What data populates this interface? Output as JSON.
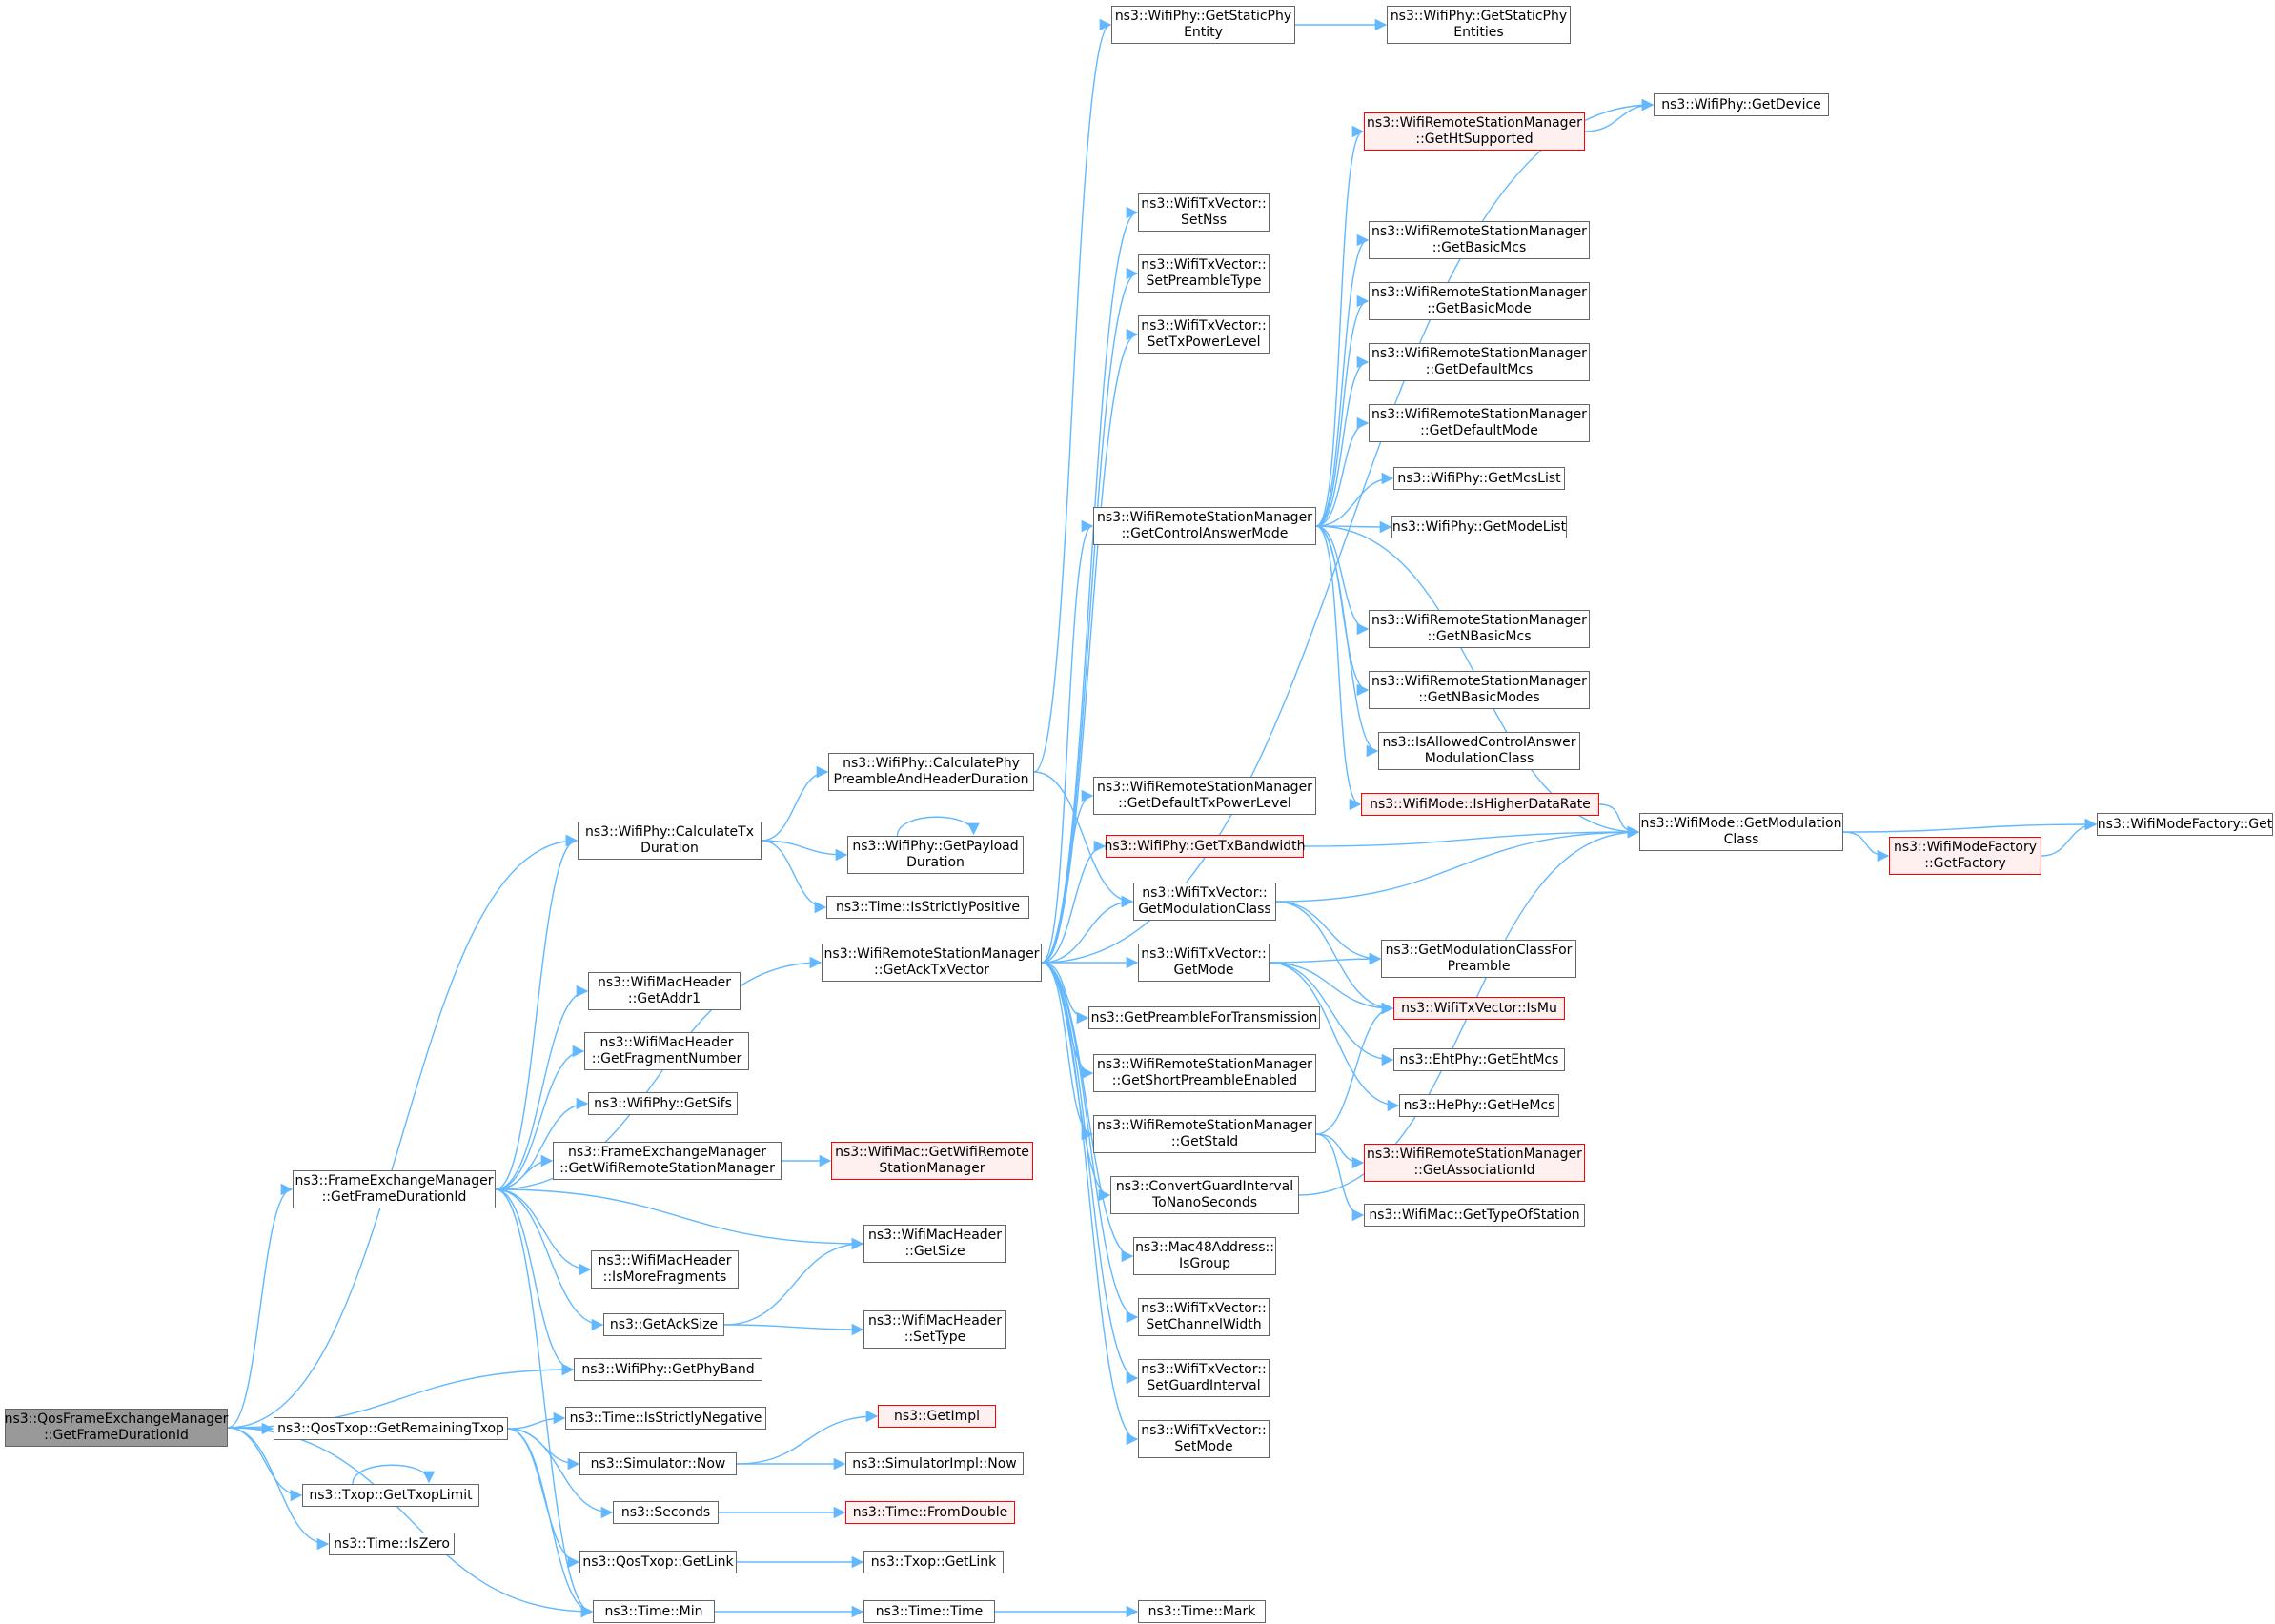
{
  "diagram": {
    "type": "call-graph",
    "colors": {
      "edge": "#63b8ff",
      "node_border": "#666666",
      "node_fill": "#ffffff",
      "root_fill": "#999999",
      "truncated_border": "#ff0000",
      "truncated_fill": "#fff0f0"
    },
    "nodes": [
      {
        "id": "n_root",
        "lines": [
          "ns3::QosFrameExchangeManager",
          "::GetFrameDurationId"
        ],
        "style": "root"
      },
      {
        "id": "n_fem_gfd",
        "lines": [
          "ns3::FrameExchangeManager",
          "::GetFrameDurationId"
        ]
      },
      {
        "id": "n_calc_tx",
        "lines": [
          "ns3::WifiPhy::CalculateTx",
          "Duration"
        ]
      },
      {
        "id": "n_qos_rem",
        "lines": [
          "ns3::QosTxop::GetRemainingTxop"
        ]
      },
      {
        "id": "n_get_txop_limit",
        "lines": [
          "ns3::Txop::GetTxopLimit"
        ]
      },
      {
        "id": "n_time_iszero",
        "lines": [
          "ns3::Time::IsZero"
        ]
      },
      {
        "id": "n_time_min",
        "lines": [
          "ns3::Time::Min"
        ]
      },
      {
        "id": "n_get_phy_band",
        "lines": [
          "ns3::WifiPhy::GetPhyBand"
        ]
      },
      {
        "id": "n_get_ack_tx",
        "lines": [
          "ns3::WifiRemoteStationManager",
          "::GetAckTxVector"
        ]
      },
      {
        "id": "n_calc_preamble",
        "lines": [
          "ns3::WifiPhy::CalculatePhy",
          "PreambleAndHeaderDuration"
        ]
      },
      {
        "id": "n_get_payload",
        "lines": [
          "ns3::WifiPhy::GetPayload",
          "Duration"
        ]
      },
      {
        "id": "n_time_isspos",
        "lines": [
          "ns3::Time::IsStrictlyPositive"
        ]
      },
      {
        "id": "n_get_addr1",
        "lines": [
          "ns3::WifiMacHeader",
          "::GetAddr1"
        ]
      },
      {
        "id": "n_get_frag",
        "lines": [
          "ns3::WifiMacHeader",
          "::GetFragmentNumber"
        ]
      },
      {
        "id": "n_get_sifs",
        "lines": [
          "ns3::WifiPhy::GetSifs"
        ]
      },
      {
        "id": "n_fem_gwrsm",
        "lines": [
          "ns3::FrameExchangeManager",
          "::GetWifiRemoteStationManager"
        ]
      },
      {
        "id": "n_mac_gwrsm",
        "lines": [
          "ns3::WifiMac::GetWifiRemote",
          "StationManager"
        ],
        "style": "truncated"
      },
      {
        "id": "n_hdr_getsize",
        "lines": [
          "ns3::WifiMacHeader",
          "::GetSize"
        ]
      },
      {
        "id": "n_is_more_frag",
        "lines": [
          "ns3::WifiMacHeader",
          "::IsMoreFragments"
        ]
      },
      {
        "id": "n_get_ack_size",
        "lines": [
          "ns3::GetAckSize"
        ]
      },
      {
        "id": "n_hdr_settype",
        "lines": [
          "ns3::WifiMacHeader",
          "::SetType"
        ]
      },
      {
        "id": "n_time_isneg",
        "lines": [
          "ns3::Time::IsStrictlyNegative"
        ]
      },
      {
        "id": "n_sim_now",
        "lines": [
          "ns3::Simulator::Now"
        ]
      },
      {
        "id": "n_get_impl",
        "lines": [
          "ns3::GetImpl"
        ],
        "style": "truncated"
      },
      {
        "id": "n_simimpl_now",
        "lines": [
          "ns3::SimulatorImpl::Now"
        ]
      },
      {
        "id": "n_seconds",
        "lines": [
          "ns3::Seconds"
        ]
      },
      {
        "id": "n_time_fromdouble",
        "lines": [
          "ns3::Time::FromDouble"
        ],
        "style": "truncated"
      },
      {
        "id": "n_qos_getlink",
        "lines": [
          "ns3::QosTxop::GetLink"
        ]
      },
      {
        "id": "n_txop_getlink",
        "lines": [
          "ns3::Txop::GetLink"
        ]
      },
      {
        "id": "n_time_time",
        "lines": [
          "ns3::Time::Time"
        ]
      },
      {
        "id": "n_time_mark",
        "lines": [
          "ns3::Time::Mark"
        ]
      },
      {
        "id": "n_get_static_phy",
        "lines": [
          "ns3::WifiPhy::GetStaticPhy",
          "Entity"
        ]
      },
      {
        "id": "n_get_static_phys",
        "lines": [
          "ns3::WifiPhy::GetStaticPhy",
          "Entities"
        ]
      },
      {
        "id": "n_get_device",
        "lines": [
          "ns3::WifiPhy::GetDevice"
        ]
      },
      {
        "id": "n_get_ht",
        "lines": [
          "ns3::WifiRemoteStationManager",
          "::GetHtSupported"
        ],
        "style": "truncated"
      },
      {
        "id": "n_set_nss",
        "lines": [
          "ns3::WifiTxVector::",
          "SetNss"
        ]
      },
      {
        "id": "n_set_preamble",
        "lines": [
          "ns3::WifiTxVector::",
          "SetPreambleType"
        ]
      },
      {
        "id": "n_set_txpower",
        "lines": [
          "ns3::WifiTxVector::",
          "SetTxPowerLevel"
        ]
      },
      {
        "id": "n_get_basic_mcs",
        "lines": [
          "ns3::WifiRemoteStationManager",
          "::GetBasicMcs"
        ]
      },
      {
        "id": "n_get_basic_mode",
        "lines": [
          "ns3::WifiRemoteStationManager",
          "::GetBasicMode"
        ]
      },
      {
        "id": "n_get_default_mcs",
        "lines": [
          "ns3::WifiRemoteStationManager",
          "::GetDefaultMcs"
        ]
      },
      {
        "id": "n_get_default_mode",
        "lines": [
          "ns3::WifiRemoteStationManager",
          "::GetDefaultMode"
        ]
      },
      {
        "id": "n_get_mcs_list",
        "lines": [
          "ns3::WifiPhy::GetMcsList"
        ]
      },
      {
        "id": "n_get_mode_list",
        "lines": [
          "ns3::WifiPhy::GetModeList"
        ]
      },
      {
        "id": "n_get_ctrl_answer",
        "lines": [
          "ns3::WifiRemoteStationManager",
          "::GetControlAnswerMode"
        ]
      },
      {
        "id": "n_get_nbasic_mcs",
        "lines": [
          "ns3::WifiRemoteStationManager",
          "::GetNBasicMcs"
        ]
      },
      {
        "id": "n_get_nbasic_modes",
        "lines": [
          "ns3::WifiRemoteStationManager",
          "::GetNBasicModes"
        ]
      },
      {
        "id": "n_is_allowed_ctrl",
        "lines": [
          "ns3::IsAllowedControlAnswer",
          "ModulationClass"
        ]
      },
      {
        "id": "n_is_higher_rate",
        "lines": [
          "ns3::WifiMode::IsHigherDataRate"
        ],
        "style": "truncated"
      },
      {
        "id": "n_get_default_txpower",
        "lines": [
          "ns3::WifiRemoteStationManager",
          "::GetDefaultTxPowerLevel"
        ]
      },
      {
        "id": "n_get_tx_bw",
        "lines": [
          "ns3::WifiPhy::GetTxBandwidth"
        ],
        "style": "truncated"
      },
      {
        "id": "n_txv_get_modclass",
        "lines": [
          "ns3::WifiTxVector::",
          "GetModulationClass"
        ]
      },
      {
        "id": "n_txv_get_mode",
        "lines": [
          "ns3::WifiTxVector::",
          "GetMode"
        ]
      },
      {
        "id": "n_get_preamble_tx",
        "lines": [
          "ns3::GetPreambleForTransmission"
        ]
      },
      {
        "id": "n_get_short_preamble",
        "lines": [
          "ns3::WifiRemoteStationManager",
          "::GetShortPreambleEnabled"
        ]
      },
      {
        "id": "n_get_staid",
        "lines": [
          "ns3::WifiRemoteStationManager",
          "::GetStaId"
        ]
      },
      {
        "id": "n_convert_gi",
        "lines": [
          "ns3::ConvertGuardInterval",
          "ToNanoSeconds"
        ]
      },
      {
        "id": "n_mac48_isgroup",
        "lines": [
          "ns3::Mac48Address::",
          "IsGroup"
        ]
      },
      {
        "id": "n_set_channel_width",
        "lines": [
          "ns3::WifiTxVector::",
          "SetChannelWidth"
        ]
      },
      {
        "id": "n_set_gi",
        "lines": [
          "ns3::WifiTxVector::",
          "SetGuardInterval"
        ]
      },
      {
        "id": "n_set_mode",
        "lines": [
          "ns3::WifiTxVector::",
          "SetMode"
        ]
      },
      {
        "id": "n_mode_get_modclass",
        "lines": [
          "ns3::WifiMode::GetModulation",
          "Class"
        ]
      },
      {
        "id": "n_modefactory_get",
        "lines": [
          "ns3::WifiModeFactory::Get"
        ]
      },
      {
        "id": "n_modefactory_getfactory",
        "lines": [
          "ns3::WifiModeFactory",
          "::GetFactory"
        ],
        "style": "truncated"
      },
      {
        "id": "n_get_modclass_preamble",
        "lines": [
          "ns3::GetModulationClassFor",
          "Preamble"
        ]
      },
      {
        "id": "n_txv_ismu",
        "lines": [
          "ns3::WifiTxVector::IsMu"
        ],
        "style": "truncated"
      },
      {
        "id": "n_eht_mcs",
        "lines": [
          "ns3::EhtPhy::GetEhtMcs"
        ]
      },
      {
        "id": "n_he_mcs",
        "lines": [
          "ns3::HePhy::GetHeMcs"
        ]
      },
      {
        "id": "n_get_assoc_id",
        "lines": [
          "ns3::WifiRemoteStationManager",
          "::GetAssociationId"
        ],
        "style": "truncated"
      },
      {
        "id": "n_get_type_station",
        "lines": [
          "ns3::WifiMac::GetTypeOfStation"
        ]
      }
    ],
    "edges": [
      [
        "n_root",
        "n_fem_gfd"
      ],
      [
        "n_root",
        "n_calc_tx"
      ],
      [
        "n_root",
        "n_get_phy_band"
      ],
      [
        "n_root",
        "n_qos_rem"
      ],
      [
        "n_root",
        "n_get_txop_limit"
      ],
      [
        "n_root",
        "n_time_iszero"
      ],
      [
        "n_root",
        "n_time_min"
      ],
      [
        "n_fem_gfd",
        "n_calc_tx"
      ],
      [
        "n_fem_gfd",
        "n_get_ack_tx"
      ],
      [
        "n_fem_gfd",
        "n_get_addr1"
      ],
      [
        "n_fem_gfd",
        "n_get_frag"
      ],
      [
        "n_fem_gfd",
        "n_get_sifs"
      ],
      [
        "n_fem_gfd",
        "n_fem_gwrsm"
      ],
      [
        "n_fem_gfd",
        "n_hdr_getsize"
      ],
      [
        "n_fem_gfd",
        "n_is_more_frag"
      ],
      [
        "n_fem_gfd",
        "n_get_ack_size"
      ],
      [
        "n_fem_gfd",
        "n_get_phy_band"
      ],
      [
        "n_fem_gfd",
        "n_time_min"
      ],
      [
        "n_calc_tx",
        "n_calc_preamble"
      ],
      [
        "n_calc_tx",
        "n_get_payload"
      ],
      [
        "n_calc_tx",
        "n_time_isspos"
      ],
      [
        "n_calc_preamble",
        "n_get_static_phy"
      ],
      [
        "n_calc_preamble",
        "n_txv_get_modclass"
      ],
      [
        "n_get_payload",
        "n_get_payload"
      ],
      [
        "n_get_txop_limit",
        "n_get_txop_limit"
      ],
      [
        "n_get_static_phy",
        "n_get_static_phys"
      ],
      [
        "n_fem_gwrsm",
        "n_mac_gwrsm"
      ],
      [
        "n_get_ack_size",
        "n_hdr_getsize"
      ],
      [
        "n_get_ack_size",
        "n_hdr_settype"
      ],
      [
        "n_qos_rem",
        "n_time_isneg"
      ],
      [
        "n_qos_rem",
        "n_sim_now"
      ],
      [
        "n_qos_rem",
        "n_seconds"
      ],
      [
        "n_qos_rem",
        "n_qos_getlink"
      ],
      [
        "n_qos_rem",
        "n_time_min"
      ],
      [
        "n_sim_now",
        "n_get_impl"
      ],
      [
        "n_sim_now",
        "n_simimpl_now"
      ],
      [
        "n_seconds",
        "n_time_fromdouble"
      ],
      [
        "n_qos_getlink",
        "n_txop_getlink"
      ],
      [
        "n_time_min",
        "n_time_time"
      ],
      [
        "n_time_time",
        "n_time_mark"
      ],
      [
        "n_get_ack_tx",
        "n_get_device"
      ],
      [
        "n_get_ack_tx",
        "n_set_nss"
      ],
      [
        "n_get_ack_tx",
        "n_set_preamble"
      ],
      [
        "n_get_ack_tx",
        "n_set_txpower"
      ],
      [
        "n_get_ack_tx",
        "n_get_ctrl_answer"
      ],
      [
        "n_get_ack_tx",
        "n_get_default_txpower"
      ],
      [
        "n_get_ack_tx",
        "n_get_tx_bw"
      ],
      [
        "n_get_ack_tx",
        "n_txv_get_modclass"
      ],
      [
        "n_get_ack_tx",
        "n_txv_get_mode"
      ],
      [
        "n_get_ack_tx",
        "n_get_preamble_tx"
      ],
      [
        "n_get_ack_tx",
        "n_get_short_preamble"
      ],
      [
        "n_get_ack_tx",
        "n_get_staid"
      ],
      [
        "n_get_ack_tx",
        "n_convert_gi"
      ],
      [
        "n_get_ack_tx",
        "n_mac48_isgroup"
      ],
      [
        "n_get_ack_tx",
        "n_set_channel_width"
      ],
      [
        "n_get_ack_tx",
        "n_set_gi"
      ],
      [
        "n_get_ack_tx",
        "n_set_mode"
      ],
      [
        "n_get_ctrl_answer",
        "n_get_ht"
      ],
      [
        "n_get_ctrl_answer",
        "n_mode_get_modclass"
      ],
      [
        "n_get_ctrl_answer",
        "n_get_basic_mcs"
      ],
      [
        "n_get_ctrl_answer",
        "n_get_basic_mode"
      ],
      [
        "n_get_ctrl_answer",
        "n_get_default_mcs"
      ],
      [
        "n_get_ctrl_answer",
        "n_get_default_mode"
      ],
      [
        "n_get_ctrl_answer",
        "n_get_mcs_list"
      ],
      [
        "n_get_ctrl_answer",
        "n_get_mode_list"
      ],
      [
        "n_get_ctrl_answer",
        "n_get_nbasic_mcs"
      ],
      [
        "n_get_ctrl_answer",
        "n_get_nbasic_modes"
      ],
      [
        "n_get_ctrl_answer",
        "n_is_allowed_ctrl"
      ],
      [
        "n_get_ctrl_answer",
        "n_is_higher_rate"
      ],
      [
        "n_get_ht",
        "n_get_device"
      ],
      [
        "n_is_higher_rate",
        "n_mode_get_modclass"
      ],
      [
        "n_get_tx_bw",
        "n_mode_get_modclass"
      ],
      [
        "n_txv_get_modclass",
        "n_mode_get_modclass"
      ],
      [
        "n_txv_get_modclass",
        "n_get_modclass_preamble"
      ],
      [
        "n_txv_get_modclass",
        "n_txv_ismu"
      ],
      [
        "n_txv_get_mode",
        "n_get_modclass_preamble"
      ],
      [
        "n_txv_get_mode",
        "n_txv_ismu"
      ],
      [
        "n_txv_get_mode",
        "n_eht_mcs"
      ],
      [
        "n_txv_get_mode",
        "n_he_mcs"
      ],
      [
        "n_get_staid",
        "n_txv_ismu"
      ],
      [
        "n_get_staid",
        "n_get_assoc_id"
      ],
      [
        "n_get_staid",
        "n_get_type_station"
      ],
      [
        "n_convert_gi",
        "n_mode_get_modclass"
      ],
      [
        "n_mode_get_modclass",
        "n_modefactory_get"
      ],
      [
        "n_mode_get_modclass",
        "n_modefactory_getfactory"
      ],
      [
        "n_modefactory_getfactory",
        "n_modefactory_get"
      ]
    ]
  }
}
